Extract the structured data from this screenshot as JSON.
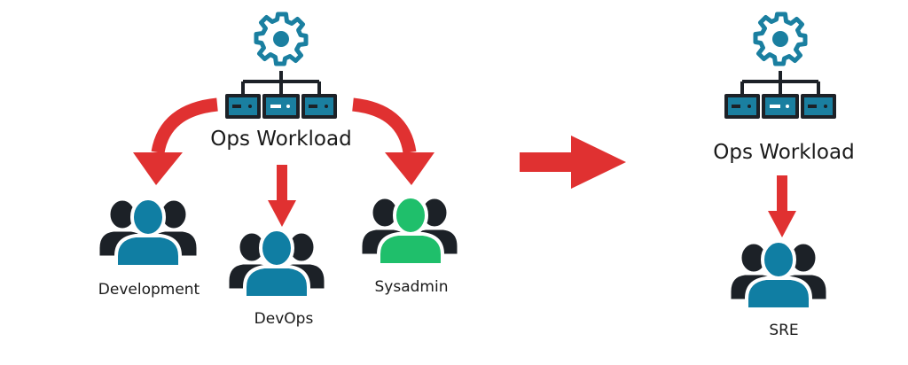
{
  "colors": {
    "arrow": "#e03131",
    "gear": "#1a7fa0",
    "server_body": "#1c2127",
    "server_accent": "#1a7fa0",
    "person_front_blue": "#107ea3",
    "person_front_green": "#1fbf6b",
    "person_back": "#1c2127"
  },
  "before": {
    "workload_label": "Ops Workload",
    "groups": [
      {
        "label": "Development",
        "front_color": "blue"
      },
      {
        "label": "DevOps",
        "front_color": "blue"
      },
      {
        "label": "Sysadmin",
        "front_color": "green"
      }
    ]
  },
  "transition_arrow": "arrow-right-icon",
  "after": {
    "workload_label": "Ops Workload",
    "groups": [
      {
        "label": "SRE",
        "front_color": "blue"
      }
    ]
  }
}
